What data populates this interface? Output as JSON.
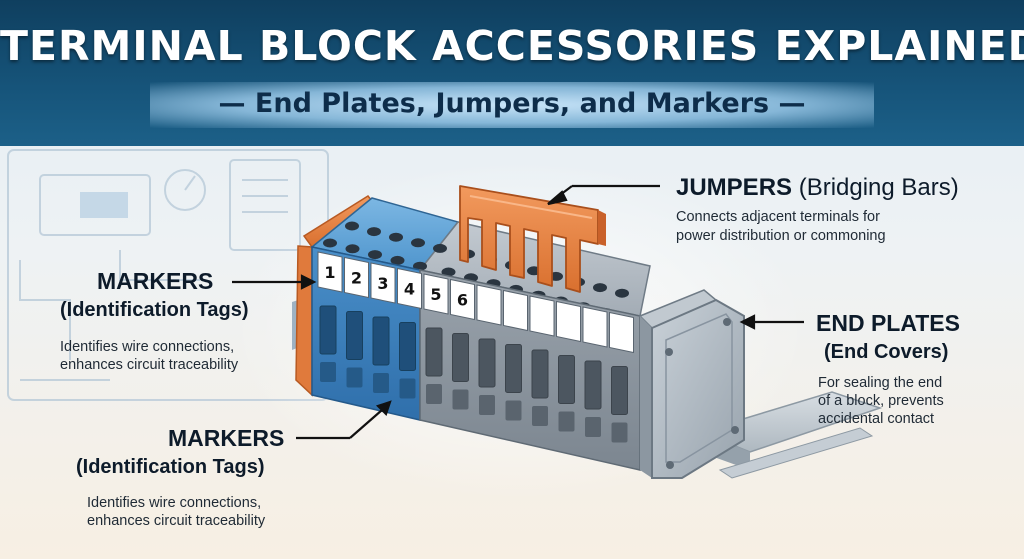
{
  "header": {
    "title": "TERMINAL BLOCK ACCESSORIES EXPLAINED",
    "subtitle": "— End Plates, Jumpers, and Markers —"
  },
  "block": {
    "marker_numbers": [
      "1",
      "2",
      "3",
      "4",
      "5",
      "6"
    ]
  },
  "callouts": {
    "jumpers": {
      "title_bold": "JUMPERS",
      "title_rest": "(Bridging Bars)",
      "desc_line1": "Connects adjacent terminals for",
      "desc_line2": "power distribution or commoning"
    },
    "markers_top": {
      "title": "MARKERS",
      "subtitle": "(Identification Tags)",
      "desc_line1": "Identifies wire connections,",
      "desc_line2": "enhances circuit traceability"
    },
    "markers_bottom": {
      "title": "MARKERS",
      "subtitle": "(Identification Tags)",
      "desc_line1": "Identifies wire connections,",
      "desc_line2": "enhances circuit traceability"
    },
    "end_plates": {
      "title": "END PLATES",
      "subtitle": "(End Covers)",
      "desc_line1": "For sealing the end",
      "desc_line2": "of a block, prevents",
      "desc_line3": "accidental contact"
    }
  },
  "colors": {
    "header_bg": "#16547a",
    "blue_block": "#4d93cc",
    "gray_block": "#9aa4ad",
    "jumper": "#e9834a",
    "end_plate": "#a9b3bb",
    "marker": "#ffffff"
  }
}
